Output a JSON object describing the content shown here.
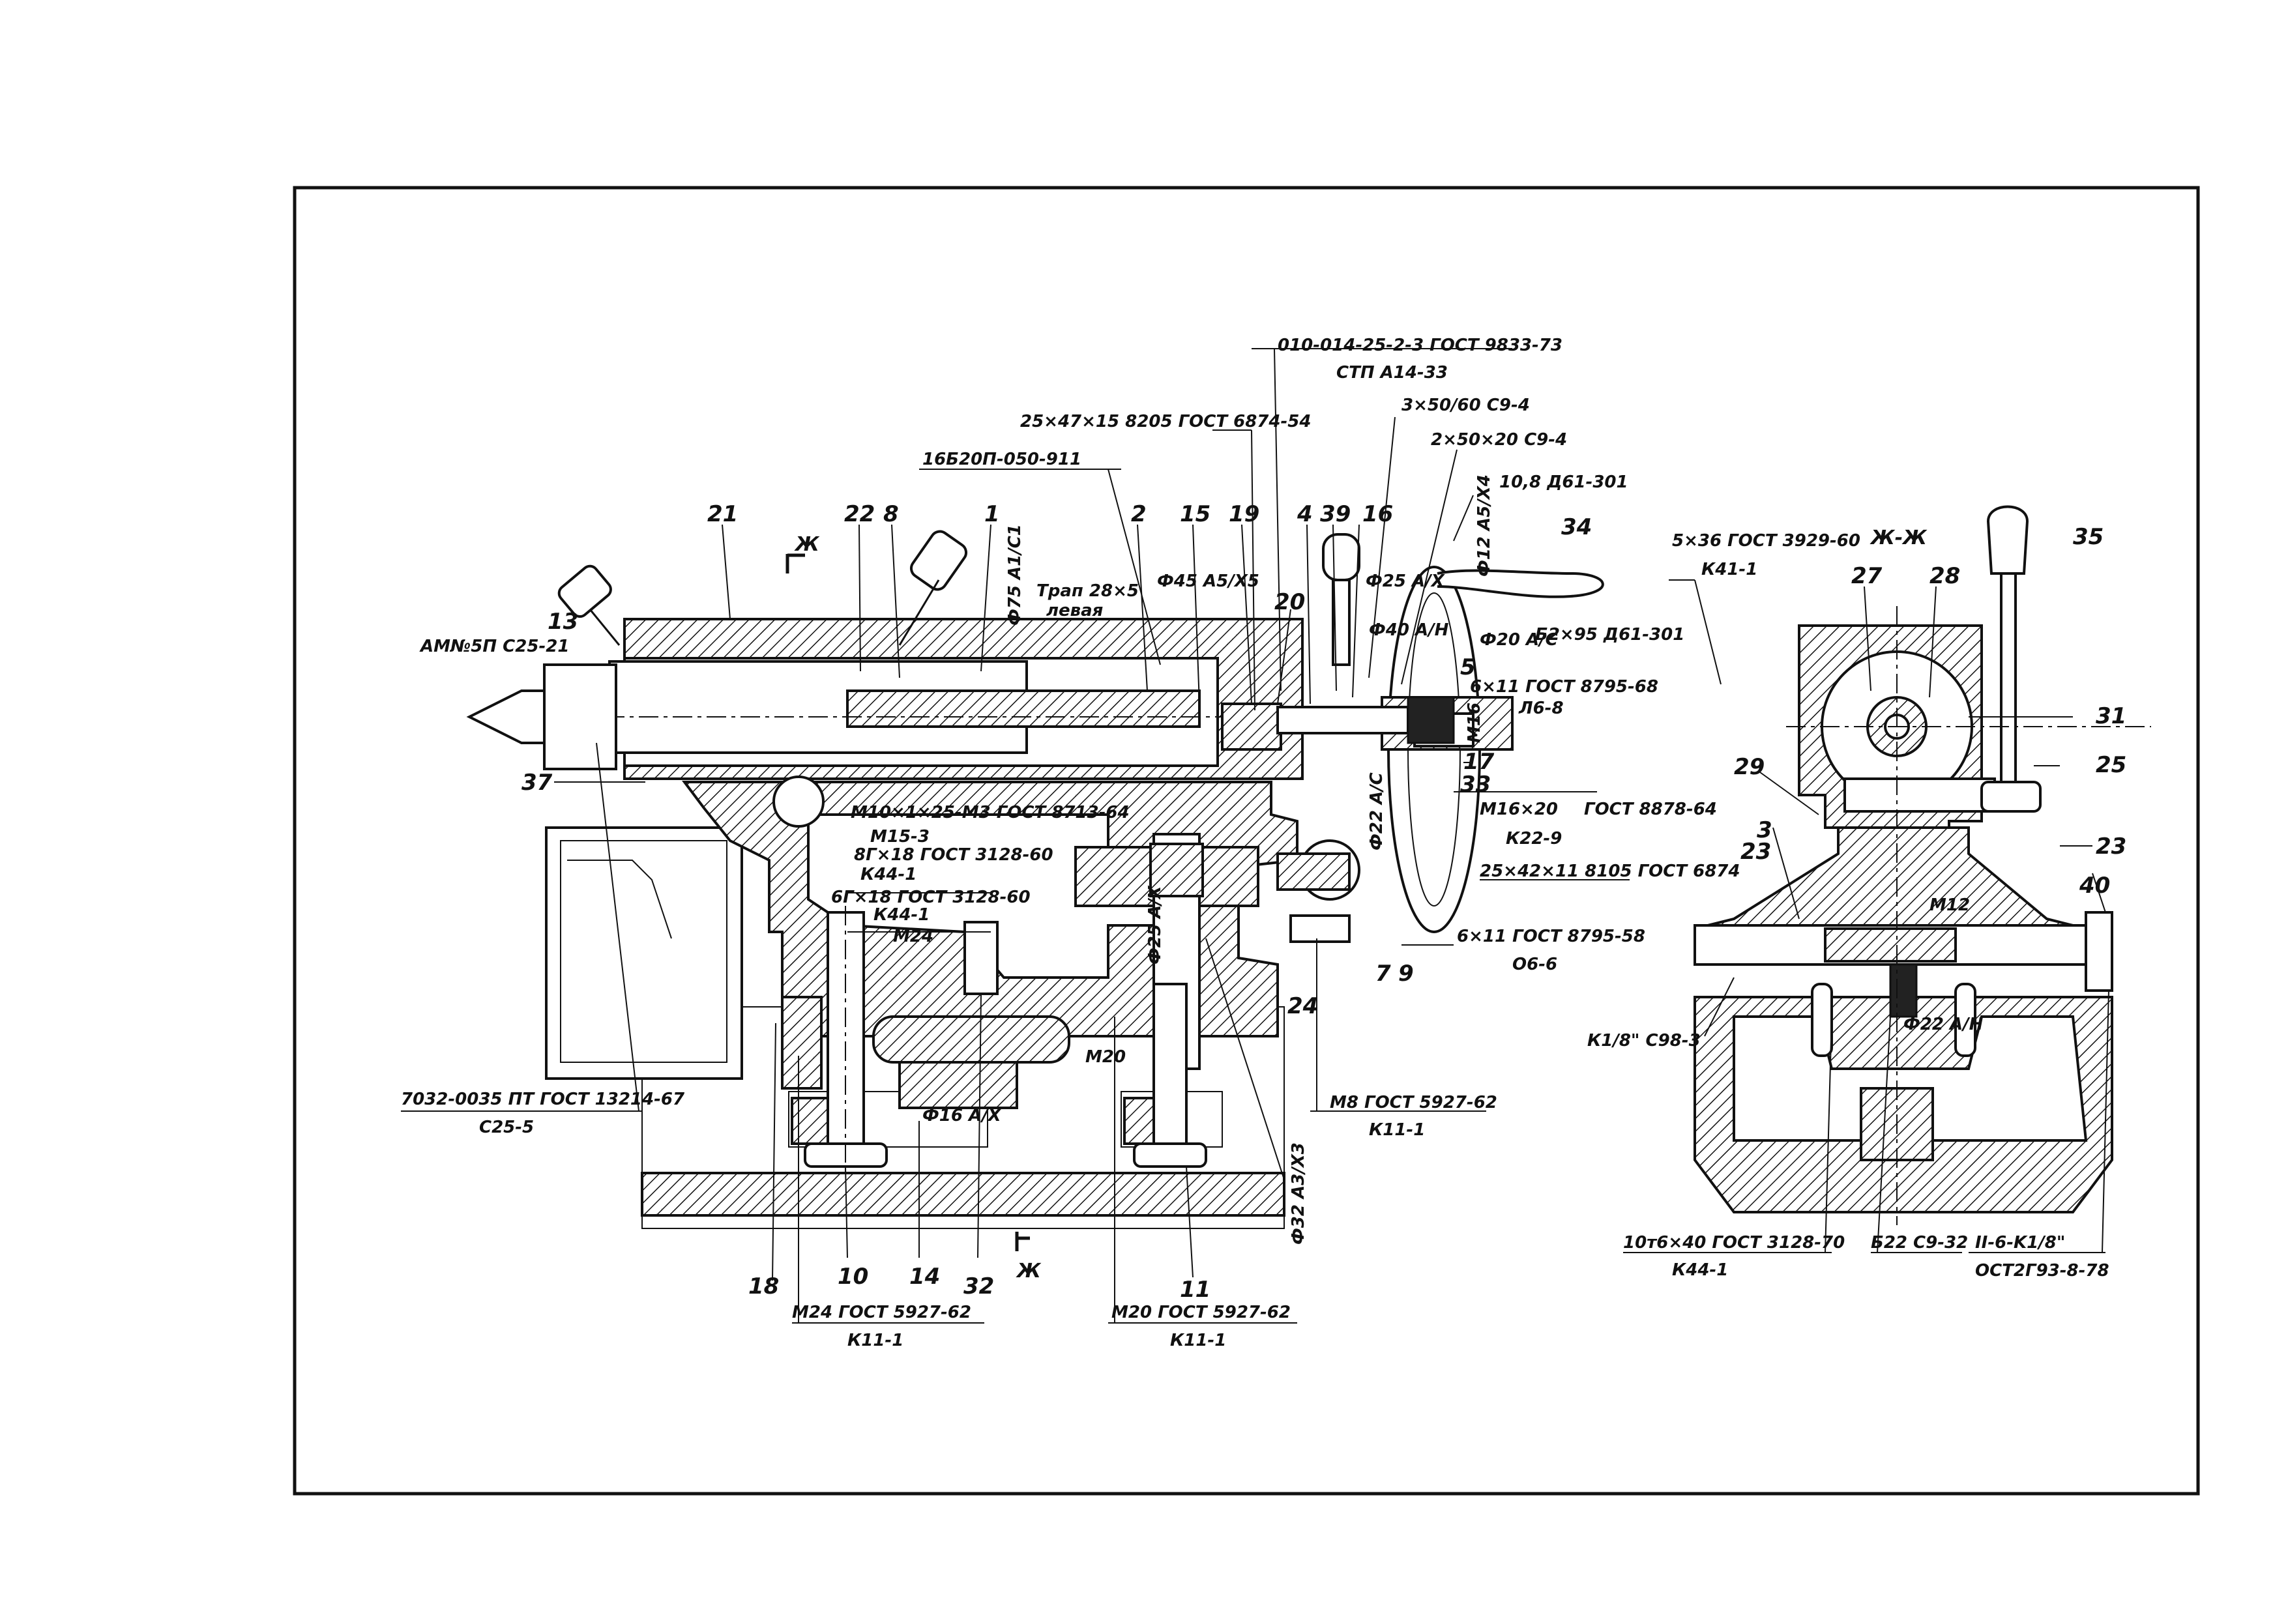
{
  "part_numbers": [
    "21",
    "22",
    "8",
    "1",
    "2",
    "15",
    "19",
    "4",
    "39",
    "16",
    "34",
    "35",
    "13",
    "37",
    "20",
    "5",
    "17",
    "33",
    "7",
    "9",
    "24",
    "18",
    "10",
    "14",
    "32",
    "11",
    "27",
    "28",
    "31",
    "29",
    "25",
    "3",
    "23",
    "23",
    "40"
  ],
  "specs": {
    "s1": "010-014-25-2-3 ГОСТ 9833-73",
    "s1b": "СТП А14-33",
    "s2": "25×47×15 8205 ГОСТ 6874-54",
    "s3": "3×50/60 С9-4",
    "s4": "2×50×20 С9-4",
    "s5": "10,8 Д61-301",
    "s6": "16Б20П-050-911",
    "s7": "Б2×95 Д61-301",
    "s8": "6×11 ГОСТ 8795-68",
    "s8b": "Л6-8",
    "s9": "М16×20",
    "s9b": "ГОСТ 8878-64",
    "s9c": "К22-9",
    "s10": "25×42×11 8105 ГОСТ 6874",
    "s11": "6×11 ГОСТ 8795-58",
    "s11b": "О6-6",
    "s12": "М8 ГОСТ 5927-62",
    "s12b": "К11-1",
    "s13": "М10×1×25-М3 ГОСТ 8713-64",
    "s13b": "М15-3",
    "s14": "8Г×18 ГОСТ 3128-60",
    "s14b": "К44-1",
    "s15": "6Г×18 ГОСТ 3128-60",
    "s15b": "К44-1",
    "s16": "7032-0035 ПТ ГОСТ 13214-67",
    "s16b": "С25-5",
    "s17": "М24 ГОСТ 5927-62",
    "s17b": "К11-1",
    "s18": "М20 ГОСТ 5927-62",
    "s18b": "К11-1",
    "s19": "АМ№5П С25-21",
    "s20": "5×36 ГОСТ 3929-60",
    "s20b": "К41-1",
    "s21": "10т6×40 ГОСТ 3128-70",
    "s21b": "К44-1",
    "s22": "Б22 С9-32",
    "s23": "II-6-K1/8\"",
    "s23b": "ОСТ2Г93-8-78",
    "s24": "К1/8\" С98-3",
    "s25": "Трап 28×5",
    "s25b": "левая"
  },
  "dims": {
    "d1": "Ф75 А1/С1",
    "d2": "Ф45 А5/Х5",
    "d3": "Ф25 А/Х",
    "d4": "Ф40 А/Н",
    "d5": "Ф20 А/С",
    "d6": "Ф12 А5/Х4",
    "d7": "Ф22 А/С",
    "d8": "Ф25 А/Х",
    "d9": "Ф32 А3/Х3",
    "d10": "Ф16 А/Х",
    "d11": "Ф22 А/Н",
    "m16": "М16",
    "m24": "М24",
    "m20": "М20",
    "m12": "М12"
  },
  "section": {
    "title": "Ж-Ж",
    "mark_top": "Ж",
    "mark_bottom": "Ж"
  }
}
